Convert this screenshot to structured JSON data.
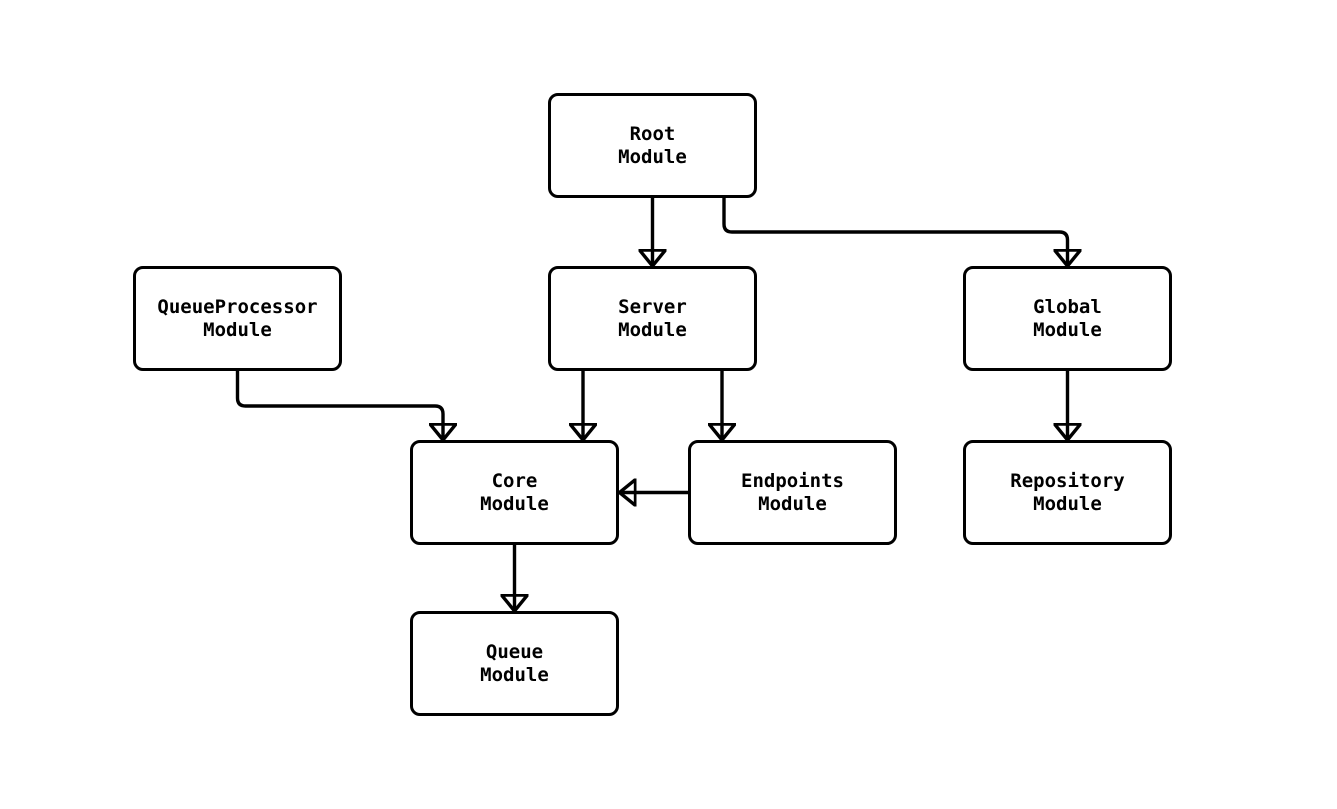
{
  "diagram": {
    "type": "module-dependency-graph",
    "background_color": "#ffffff",
    "node_border_color": "#000000",
    "node_fill_color": "#ffffff",
    "edge_color": "#000000",
    "text_color": "#000000",
    "nodes": {
      "root": {
        "label": "Root\nModule"
      },
      "queue_processor": {
        "label": "QueueProcessor\nModule"
      },
      "server": {
        "label": "Server\nModule"
      },
      "global": {
        "label": "Global\nModule"
      },
      "core": {
        "label": "Core\nModule"
      },
      "endpoints": {
        "label": "Endpoints\nModule"
      },
      "repository": {
        "label": "Repository\nModule"
      },
      "queue": {
        "label": "Queue\nModule"
      }
    },
    "edges": [
      {
        "from": "Root Module",
        "to": "Server Module"
      },
      {
        "from": "Root Module",
        "to": "Global Module"
      },
      {
        "from": "QueueProcessor Module",
        "to": "Core Module"
      },
      {
        "from": "Server Module",
        "to": "Core Module"
      },
      {
        "from": "Server Module",
        "to": "Endpoints Module"
      },
      {
        "from": "Endpoints Module",
        "to": "Core Module"
      },
      {
        "from": "Global Module",
        "to": "Repository Module"
      },
      {
        "from": "Core Module",
        "to": "Queue Module"
      }
    ]
  }
}
